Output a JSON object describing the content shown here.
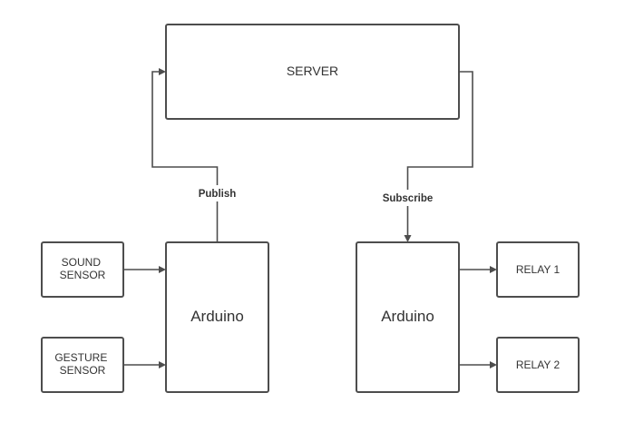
{
  "nodes": {
    "server": "SERVER",
    "arduino_left": "Arduino",
    "arduino_right": "Arduino",
    "sound_sensor": [
      "SOUND",
      "SENSOR"
    ],
    "gesture_sensor": [
      "GESTURE",
      "SENSOR"
    ],
    "relay_1": "RELAY 1",
    "relay_2": "RELAY 2"
  },
  "edges": {
    "publish": "Publish",
    "subscribe": "Subscribe"
  }
}
